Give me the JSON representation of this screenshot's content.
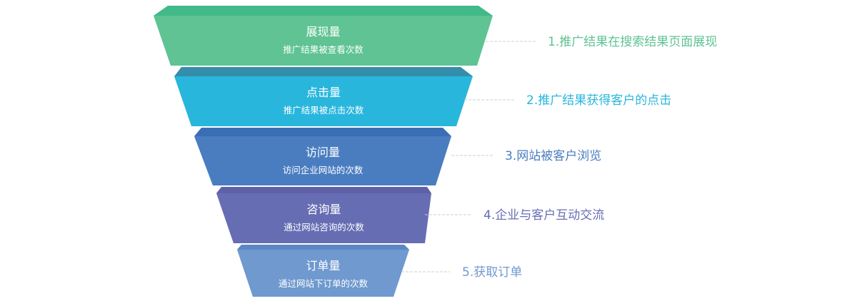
{
  "funnel": {
    "stages": [
      {
        "title": "展现量",
        "subtitle": "推广结果被查看次数",
        "note": "1.推广结果在搜索结果页面展现",
        "color": "#5fc393",
        "top_color": "#41b989"
      },
      {
        "title": "点击量",
        "subtitle": "推广结果被点击次数",
        "note": "2.推广结果获得客户的点击",
        "color": "#29b6dd",
        "top_color": "#348dab"
      },
      {
        "title": "访问量",
        "subtitle": "访问企业网站的次数",
        "note": "3.网站被客户浏览",
        "color": "#4a7dc0",
        "top_color": "#3a6fb5"
      },
      {
        "title": "咨询量",
        "subtitle": "通过网站咨询的次数",
        "note": "4.企业与客户互动交流",
        "color": "#676db3",
        "top_color": "#5e60a8"
      },
      {
        "title": "订单量",
        "subtitle": "通过网站下订单的次数",
        "note": "5.获取订单",
        "color": "#6f99cf",
        "top_color": "#5b87c3"
      }
    ]
  }
}
